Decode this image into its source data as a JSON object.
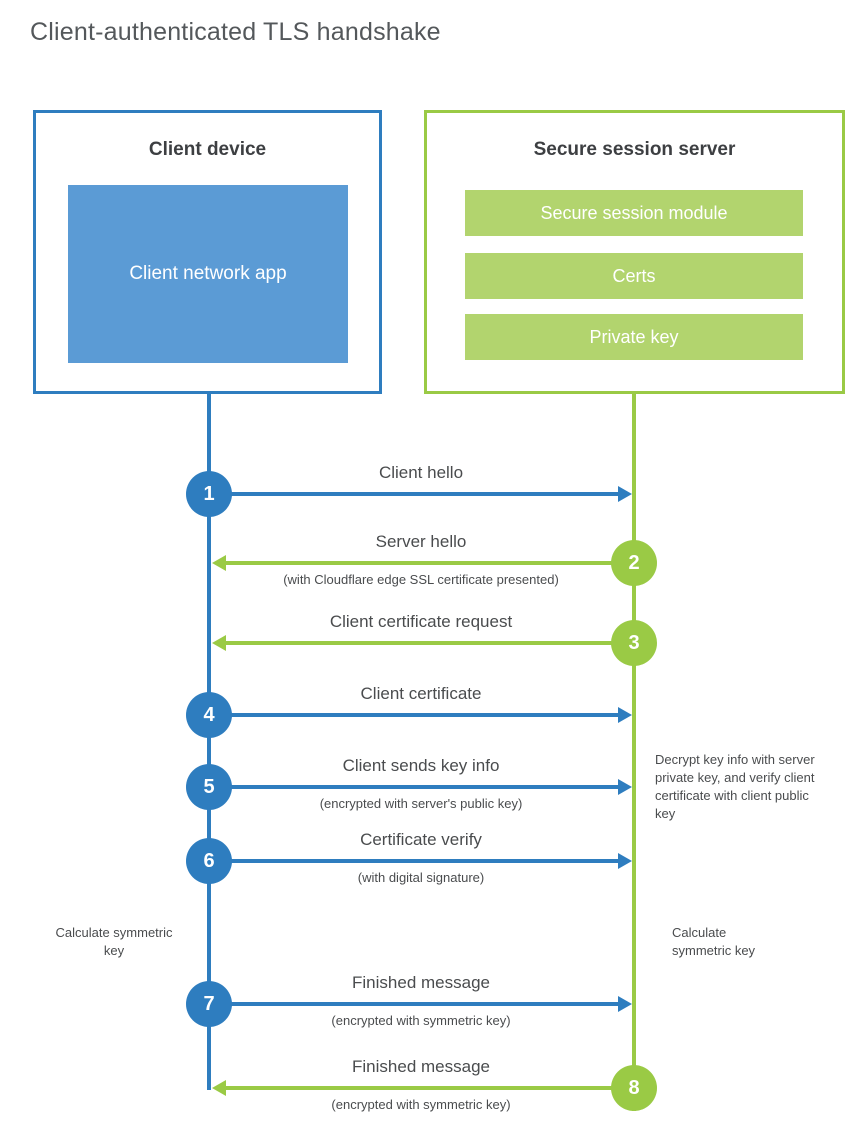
{
  "title": "Client-authenticated TLS handshake",
  "client": {
    "heading": "Client device",
    "app_label": "Client network app"
  },
  "server": {
    "heading": "Secure session server",
    "modules": [
      "Secure session module",
      "Certs",
      "Private key"
    ]
  },
  "steps": [
    {
      "num": "1",
      "direction": "right",
      "label": "Client hello",
      "sub": ""
    },
    {
      "num": "2",
      "direction": "left",
      "label": "Server hello",
      "sub": "(with Cloudflare edge SSL certificate presented)"
    },
    {
      "num": "3",
      "direction": "left",
      "label": "Client certificate request",
      "sub": ""
    },
    {
      "num": "4",
      "direction": "right",
      "label": "Client certificate",
      "sub": ""
    },
    {
      "num": "5",
      "direction": "right",
      "label": "Client sends key info",
      "sub": "(encrypted with server's public key)"
    },
    {
      "num": "6",
      "direction": "right",
      "label": "Certificate verify",
      "sub": "(with digital signature)"
    },
    {
      "num": "7",
      "direction": "right",
      "label": "Finished message",
      "sub": "(encrypted with symmetric key)"
    },
    {
      "num": "8",
      "direction": "left",
      "label": "Finished message",
      "sub": "(encrypted with symmetric key)"
    }
  ],
  "annotations": {
    "decrypt_note": "Decrypt key info with server private key, and verify client certificate with client public key",
    "calc_symmetric_left": "Calculate symmetric key",
    "calc_symmetric_right": "Calculate symmetric key"
  },
  "colors": {
    "blue": "#2e7dbf",
    "blue_fill": "#5b9bd5",
    "green": "#9aca45",
    "green_fill": "#b2d46e"
  }
}
